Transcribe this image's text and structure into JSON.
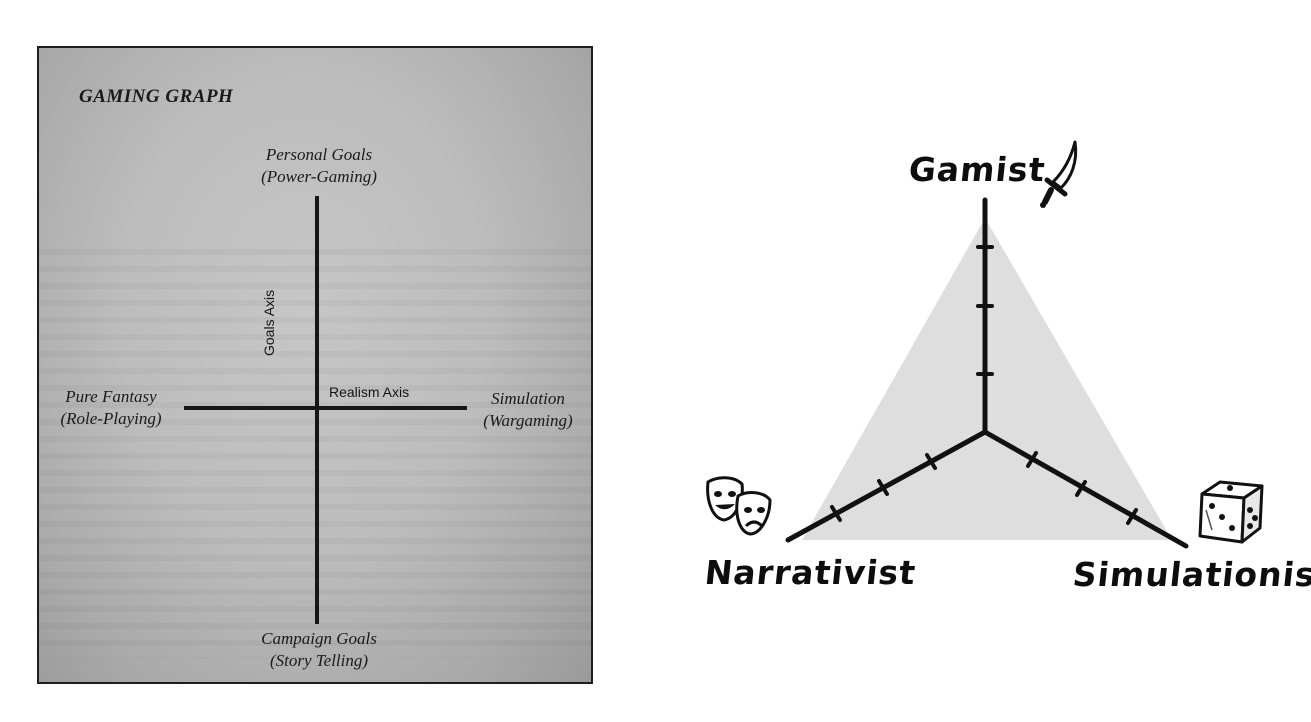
{
  "left_figure": {
    "title": "GAMING GRAPH",
    "poles": {
      "top": {
        "line1": "Personal Goals",
        "line2": "(Power-Gaming)"
      },
      "bottom": {
        "line1": "Campaign Goals",
        "line2": "(Story Telling)"
      },
      "left": {
        "line1": "Pure Fantasy",
        "line2": "(Role-Playing)"
      },
      "right": {
        "line1": "Simulation",
        "line2": "(Wargaming)"
      }
    },
    "axes": {
      "horizontal_label": "Realism Axis",
      "vertical_label": "Goals Axis"
    }
  },
  "right_figure": {
    "vertices": {
      "top": "Gamist",
      "bottom_left": "Narrativist",
      "bottom_right": "Simulationist"
    },
    "icons": {
      "top": "sword-icon",
      "bottom_left": "theater-masks-icon",
      "bottom_right": "dice-icon"
    },
    "ticks_per_arm": 3,
    "fill_color": "#dedede",
    "line_color": "#111111"
  }
}
